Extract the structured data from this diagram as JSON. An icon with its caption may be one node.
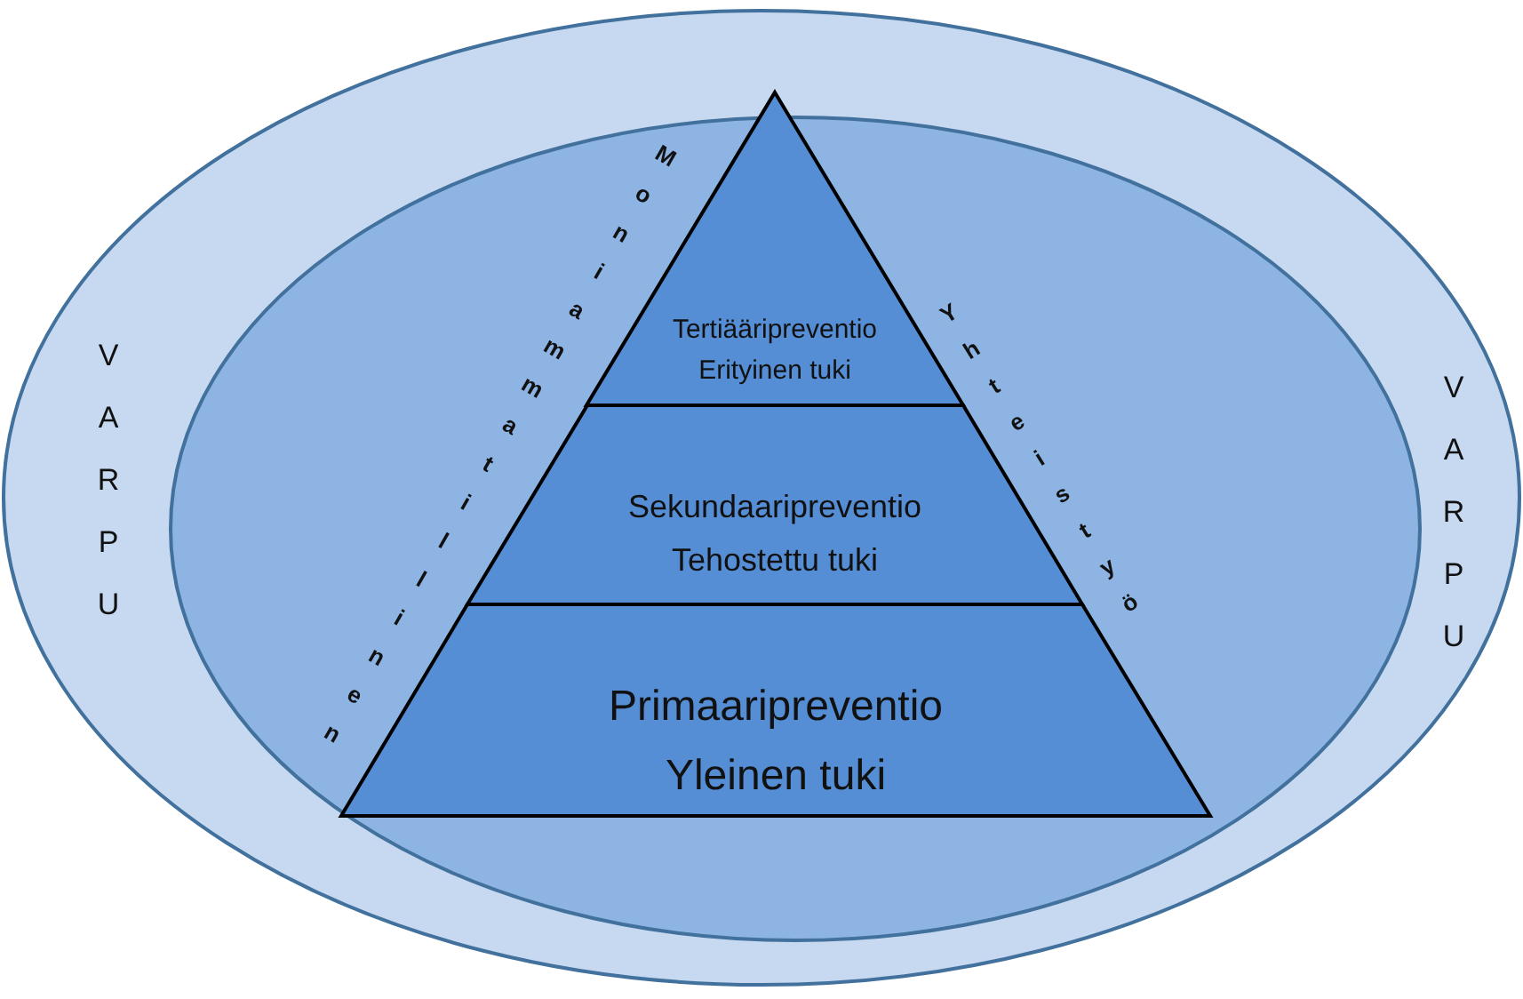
{
  "diagram": {
    "nodes": [
      {
        "text": [
          "VARPU",
          "VARPU"
        ]
      },
      {
        "text": [
          "Moniammatillinen",
          "Yhteistyö"
        ],
        "in": 0
      },
      {
        "text": [
          "Tertiääripreventio",
          "Erityinen tuki"
        ],
        "in": 0
      },
      {
        "text": [
          "Sekundaaripreventio",
          "Tehostettu tuki"
        ],
        "in": 1
      },
      {
        "text": [
          "Primaaripreventio",
          "Yleinen tuki"
        ],
        "in": 1
      }
    ]
  }
}
